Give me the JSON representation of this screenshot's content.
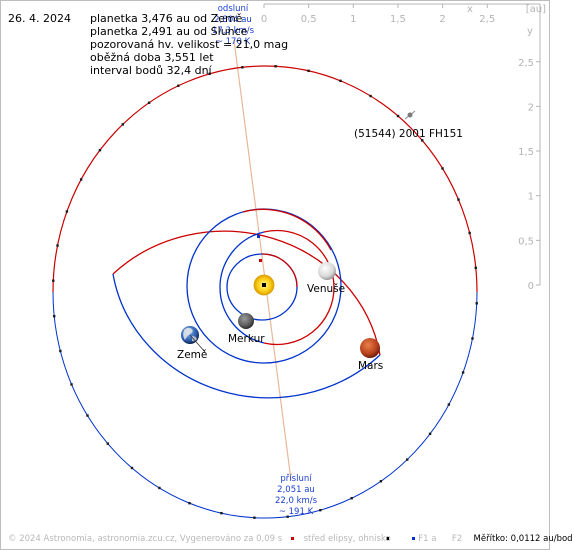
{
  "date": "26. 4. 2024",
  "info": [
    "planetka 3,476 au od Země",
    "planetka 2,491 au od Slunce",
    "pozorovaná hv. velikost = 21,0 mag",
    "oběžná doba 3,551 let",
    "interval bodů 32,4 dní"
  ],
  "axis": {
    "unit": "[au]",
    "x_letter": "x",
    "y_letter": "y",
    "x_ticks": [
      "0",
      "0,5",
      "1",
      "1,5",
      "2",
      "2,5"
    ],
    "y_ticks": [
      "2,5",
      "2",
      "1,5",
      "1",
      "0,5",
      "0"
    ]
  },
  "aphelion": {
    "title": "odsluní",
    "distance": "2,804 au",
    "speed": "17,3 km/s",
    "temperature": "~ 170 K"
  },
  "perihelion": {
    "title": "přísluní",
    "distance": "2,051 au",
    "speed": "22,0 km/s",
    "temperature": "~ 191 K"
  },
  "bodies": {
    "venus": "Venuše",
    "mercury": "Merkur",
    "earth": "Země",
    "mars": "Mars",
    "asteroid": "(51544) 2001 FH151"
  },
  "footer": {
    "copyright": "© 2024 Astronomia, astronomia.zcu.cz",
    "generated": "Vygenerováno za 0,09 s",
    "center_legend": "střed elipsy, ohnisko",
    "f1": "F1 a",
    "f2": "F2",
    "scale": "Měřítko: 0,0112 au/bod"
  },
  "colors": {
    "orbit_red": "#cc0000",
    "orbit_blue": "#0033cc",
    "apsides_line": "#e8b89a",
    "label_blue": "#1a3fd1",
    "axis_grey": "#b4b4b4"
  }
}
